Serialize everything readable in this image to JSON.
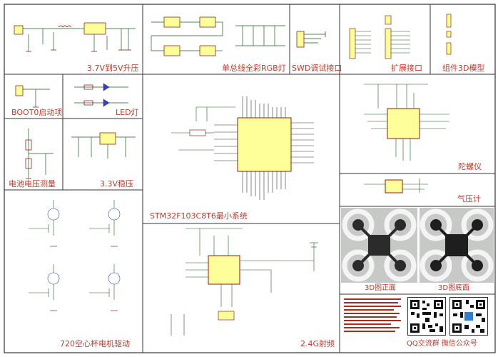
{
  "sections": {
    "boost": "3.7V到5V升压",
    "rgb": "单总线全彩RGB灯",
    "swd": "SWD调试接口",
    "expansion": "扩展接口",
    "model3d": "组件3D模型",
    "boot0": "BOOT0启动项",
    "led": "LED灯",
    "battery": "电池电压测量",
    "ldo": "3.3V稳压",
    "mcu": "STM32F103C8T6最小系统",
    "gyro": "陀螺仪",
    "baro": "气压计",
    "motor": "720空心杯电机驱动",
    "rf": "2.4G射频",
    "photo_front": "3D图正面",
    "photo_bottom": "3D图底面",
    "social": "QQ交流群  微信公众号"
  },
  "accent": "#c0392b",
  "wire": "#1a5f1a",
  "part_fill": "#ffff99"
}
